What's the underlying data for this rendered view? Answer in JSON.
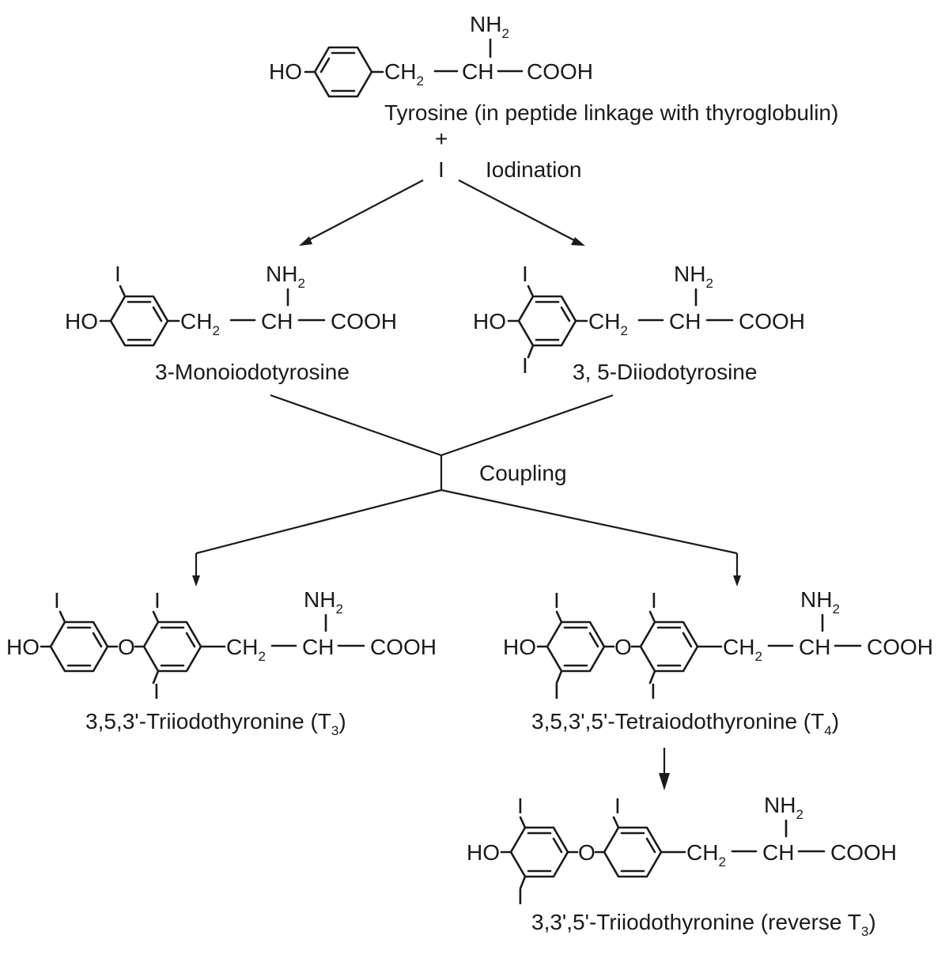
{
  "labels": {
    "nh": "NH",
    "two": "2",
    "ho": "HO",
    "ch": "CH",
    "cooh": "COOH",
    "i": "I",
    "o": "O",
    "dash": "—",
    "plus": "+"
  },
  "steps": {
    "iodination": "Iodination",
    "coupling": "Coupling"
  },
  "compounds": {
    "tyrosine": "Tyrosine (in peptide linkage with thyroglobulin)",
    "mit": "3-Monoiodotyrosine",
    "dit": "3, 5-Diiodotyrosine",
    "t3_main": "3,5,3'-Triiodothyronine (T",
    "t3_sub": "3",
    "t4_main": "3,5,3',5'-Tetraiodothyronine (T",
    "t4_sub": "4",
    "rt3_main": "3,3',5'-Triiodothyronine (reverse T",
    "rt3_sub": "3",
    "close": ")"
  }
}
